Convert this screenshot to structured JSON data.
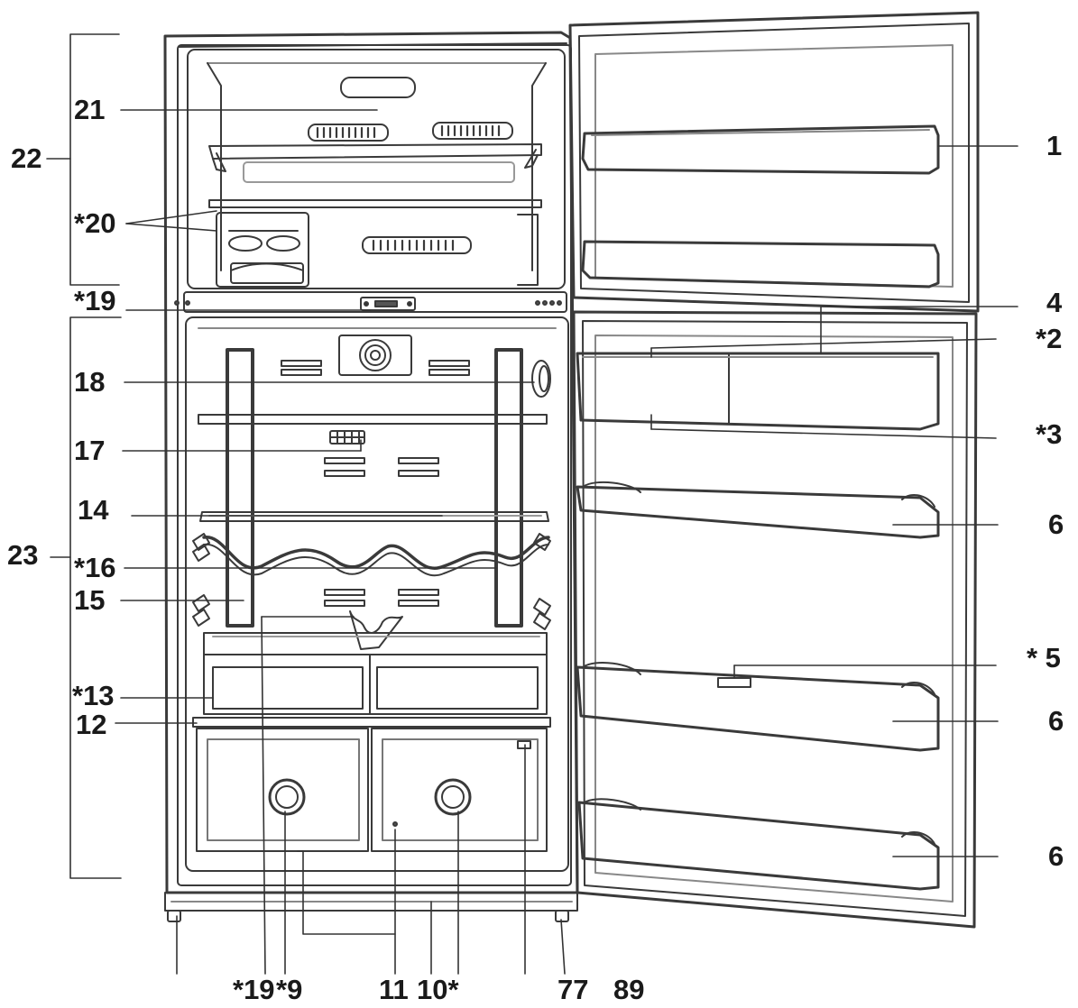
{
  "diagram": {
    "labels": {
      "l1": "1",
      "l2": "*2",
      "l3": "*3",
      "l4": "4",
      "l5": "* 5",
      "l6a": "6",
      "l6b": "6",
      "l6c": "6",
      "l12": "12",
      "l13": "*13",
      "l14": "14",
      "l15": "15",
      "l16": "*16",
      "l17": "17",
      "l18": "18",
      "l19": "*19",
      "l20": "*20",
      "l21": "21",
      "l22": "22",
      "l23": "23",
      "b19": "*19",
      "b9": "*9",
      "b11": "11",
      "b10": "10*",
      "b77": "77",
      "b89": "89"
    }
  }
}
